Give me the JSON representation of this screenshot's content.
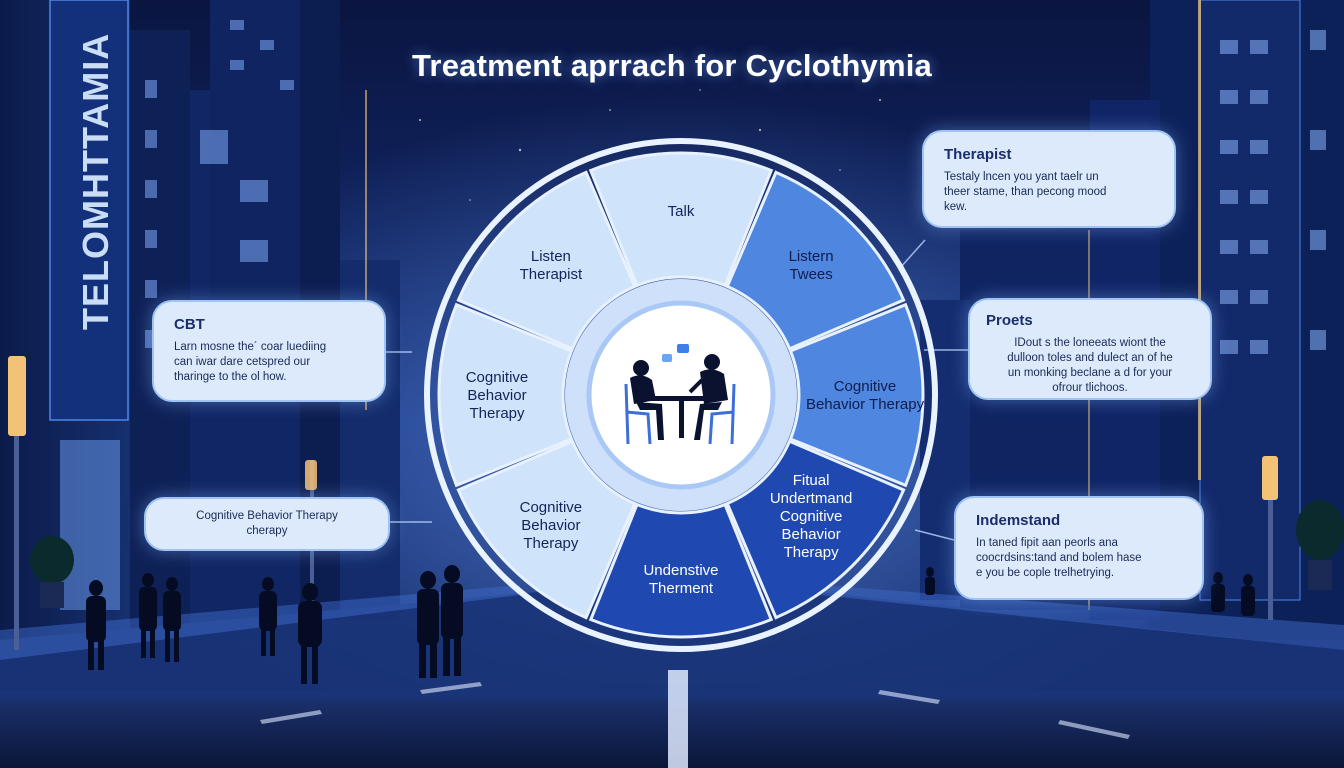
{
  "title": "Treatment aprrach for Cyclothymia",
  "building_sign": "TELOMHTTAMIA",
  "colors": {
    "sky_top": "#0a1540",
    "sky_mid": "#1b3a8c",
    "card_bg": "#dceafc",
    "segment_light": "#cfe3fb",
    "segment_mid": "#4f86e0",
    "segment_dark": "#1f49b0",
    "ring": "#e9f2ff"
  },
  "center_icon": "two-people-talking-icon",
  "segments": [
    {
      "id": "talk",
      "lines": [
        "Talk"
      ],
      "tone": "light"
    },
    {
      "id": "listen-trees",
      "lines": [
        "Listern",
        "Twees"
      ],
      "tone": "mid"
    },
    {
      "id": "cognitive-behavior-therapy-right",
      "lines": [
        "Cognitive",
        "Behavior Therapy"
      ],
      "tone": "mid"
    },
    {
      "id": "fitual-understand",
      "lines": [
        "Fitual",
        "Undertmand",
        "",
        "Cognitive",
        "Behavior",
        "Therapy"
      ],
      "tone": "dark"
    },
    {
      "id": "understive-therment",
      "lines": [
        "Undenstive",
        "Therment"
      ],
      "tone": "dark"
    },
    {
      "id": "cognitive-behavior-therapy-bottom",
      "lines": [
        "Cognitive",
        "Behavior",
        "Therapy"
      ],
      "tone": "light"
    },
    {
      "id": "cognitive-behavior-therapy-left",
      "lines": [
        "Cognitive",
        "Behavior",
        "Therapy"
      ],
      "tone": "light"
    },
    {
      "id": "listen-therapist",
      "lines": [
        "Listen",
        "Therapist"
      ],
      "tone": "light"
    }
  ],
  "cards": {
    "cbt": {
      "title": "CBT",
      "body": [
        "Larn mosne the´ coar luediing",
        "can iwar dare cetspred our",
        "tharinge to the ol how."
      ]
    },
    "cbt_therapy": {
      "title": "",
      "body": [
        "Cognitive Behavior Therapy",
        "cherapy"
      ]
    },
    "therapist": {
      "title": "Therapist",
      "body": [
        "Testaly lncen you yant taelr un",
        "theer stame, than pecong mood",
        "kew."
      ]
    },
    "proets": {
      "title": "Proets",
      "body": [
        "IDout s the loneeats wiont the",
        "dulloon toles and dulect an of he",
        "un monking beclane a d for your",
        "ofrour tlichoos."
      ]
    },
    "understand": {
      "title": "Indemstand",
      "body": [
        "In taned fipit aan peorls ana",
        "coocrdsins:tand and bolem hase",
        "e you be cople trelhetrying."
      ]
    }
  }
}
